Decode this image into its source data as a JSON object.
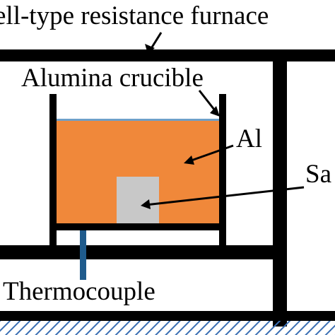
{
  "labels": {
    "furnace": "ell-type resistance furnace",
    "crucible": "Alumina crucible",
    "melt": "Al",
    "sample": "Sa",
    "thermocouple": "Thermocouple"
  },
  "colors": {
    "frame": "#000000",
    "melt": "#f0883a",
    "melt_surface": "#6fa0c8",
    "sample": "#c8c8c8",
    "thermocouple": "#1f5b8c",
    "ground_hatch": "#3b6fb3",
    "background": "#ffffff"
  }
}
